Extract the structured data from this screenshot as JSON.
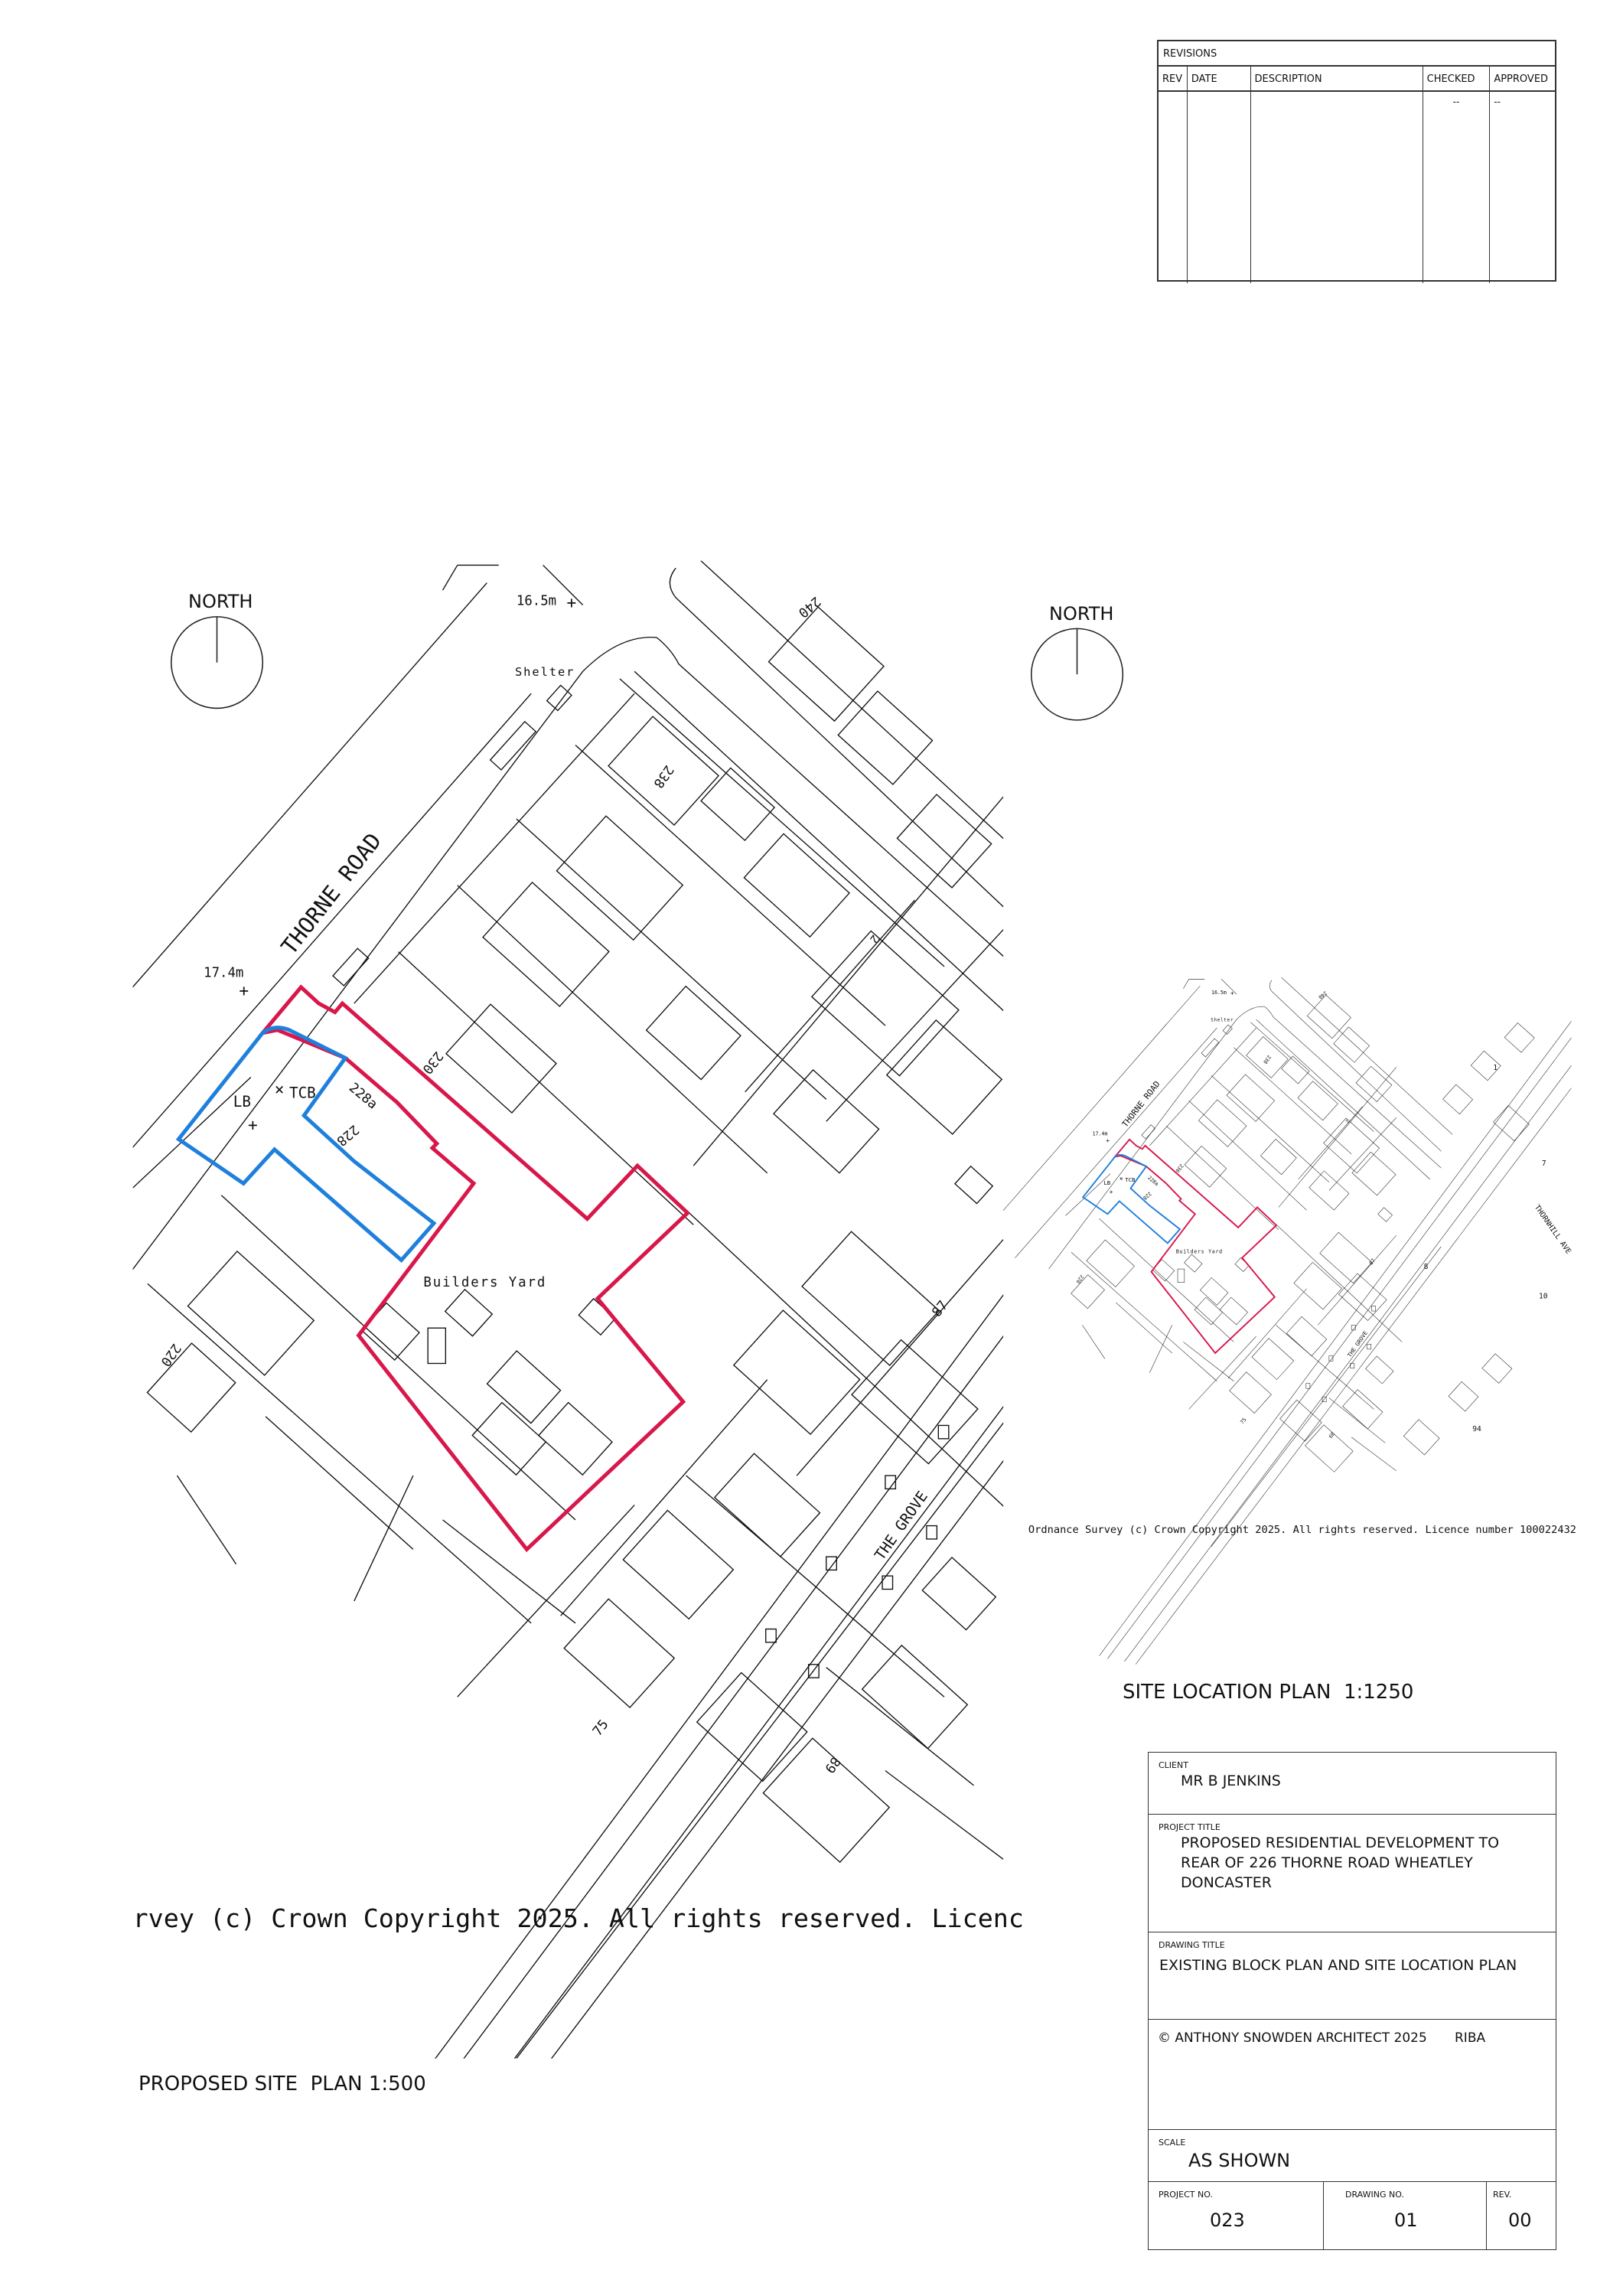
{
  "revisions": {
    "title": "REVISIONS",
    "columns": [
      "REV",
      "DATE",
      "DESCRIPTION",
      "CHECKED",
      "APPROVED"
    ],
    "rows": [
      {
        "rev": "",
        "date": "",
        "description": "",
        "checked": "--",
        "approved": "--"
      }
    ]
  },
  "site_plan": {
    "north_label": "NORTH",
    "title": "PROPOSED SITE  PLAN 1:500",
    "copyright": "rvey (c) Crown Copyright 2025. All rights reserved. Licenc",
    "labels": {
      "thorne_road": "THORNE ROAD",
      "the_grove": "THE GROVE",
      "level_1": "16.5m",
      "level_2": "17.4m",
      "shelter": "Shelter",
      "builders_yard": "Builders Yard",
      "lb": "LB",
      "tcb": "TCB",
      "n228a": "228a",
      "n228": "228",
      "n230": "230",
      "n238": "238",
      "n240": "240",
      "n2": "2",
      "n87": "87",
      "n220": "220",
      "n75": "75",
      "n89": "89"
    }
  },
  "location_plan": {
    "north_label": "NORTH",
    "title": "SITE LOCATION PLAN  1:1250",
    "copyright": "Ordnance Survey (c) Crown Copyright 2025. All rights reserved. Licence number 100022432",
    "labels": {
      "thornhill_ave": "THORNHILL AVE",
      "n1": "1",
      "n7": "7",
      "n8": "8",
      "n10": "10",
      "n94": "94"
    }
  },
  "title_block": {
    "client_label": "CLIENT",
    "client": "MR B JENKINS",
    "project_title_label": "PROJECT TITLE",
    "project_title_lines": [
      "PROPOSED RESIDENTIAL DEVELOPMENT TO",
      "REAR OF 226  THORNE ROAD WHEATLEY",
      "DONCASTER"
    ],
    "drawing_title_label": "DRAWING TITLE",
    "drawing_title": "EXISTING BLOCK PLAN AND SITE LOCATION PLAN",
    "copyright": "© ANTHONY SNOWDEN ARCHITECT 2025",
    "riba": "RIBA",
    "scale_label": "SCALE",
    "scale": "AS SHOWN",
    "project_no_label": "PROJECT NO.",
    "project_no": "023",
    "drawing_no_label": "DRAWING NO.",
    "drawing_no": "01",
    "rev_label": "REV.",
    "rev": "00"
  },
  "colors": {
    "site_boundary": "#d8174a",
    "ownership_boundary": "#1f80dc",
    "linework": "#111111"
  }
}
